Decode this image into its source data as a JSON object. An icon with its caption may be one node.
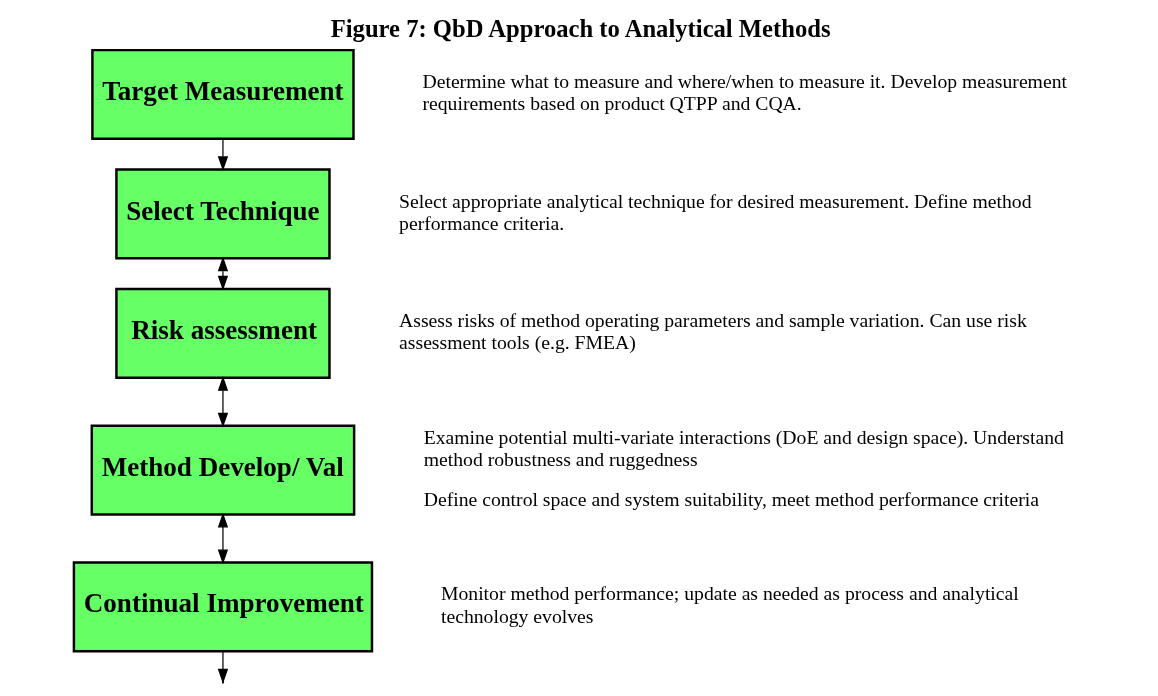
{
  "diagram": {
    "title": "Figure 7: QbD Approach to Analytical Methods",
    "nodes": [
      {
        "text": [
          "Target Measurement"
        ],
        "beside": [
          "Determine what to measure and where/when to measure it. Develop measurement requirements based on product QTPP and CQA."
        ]
      },
      {
        "text": [
          "Select Technique"
        ],
        "beside": [
          "Select appropriate analytical technique for desired measurement. Define method performance criteria."
        ]
      },
      {
        "text": [
          "Risk assessment"
        ],
        "beside": [
          "Assess risks of method operating parameters and sample variation. Can use risk assessment tools (e.g. FMEA)"
        ]
      },
      {
        "text": [
          "Method Develop/ Val"
        ],
        "beside": [
          "Examine potential multi-variate interactions (DoE and design space). Understand method robustness and ruggedness",
          "Define control space and system suitability, meet method performance criteria"
        ]
      },
      {
        "text": [
          "Continual Improvement"
        ],
        "beside": [
          "Monitor method performance; update as needed as process and analytical technology evolves"
        ]
      }
    ],
    "edges": [
      {
        "from": 0,
        "to": 1,
        "arrow": "to"
      },
      {
        "from": 1,
        "to": 2,
        "arrow": "both"
      },
      {
        "from": 2,
        "to": 3,
        "arrow": "both"
      },
      {
        "from": 3,
        "to": 4,
        "arrow": "both"
      },
      {
        "from": 4,
        "to": null,
        "arrow": "to"
      }
    ]
  }
}
